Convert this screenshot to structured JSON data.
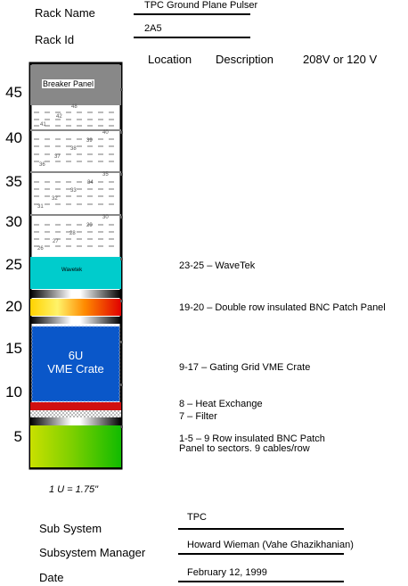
{
  "header": {
    "rack_name_label": "Rack Name",
    "rack_name_value": "TPC Ground Plane Pulser",
    "rack_id_label": "Rack Id",
    "rack_id_value": "2A5"
  },
  "columns": {
    "location": "Location",
    "description": "Description",
    "power": "208V or 120 V"
  },
  "rack_units": [
    "45",
    "40",
    "35",
    "30",
    "25",
    "20",
    "15",
    "10",
    "5"
  ],
  "slot_numbers": [
    "48",
    "42",
    "41",
    "40",
    "39",
    "38",
    "37",
    "36",
    "35",
    "34",
    "33",
    "32",
    "31",
    "30",
    "29",
    "28",
    "27",
    "26"
  ],
  "equipment": {
    "breaker_panel": "Breaker Panel",
    "wavetek_box": "Wavetek",
    "vme_crate_line1": "6U",
    "vme_crate_line2": "VME Crate"
  },
  "descriptions": {
    "wavetek": "23-25 – WaveTek",
    "bnc_patch_panel": "19-20 – Double row insulated BNC Patch Panel",
    "vme_crate": "9-17 – Gating Grid VME Crate",
    "heat_exchange": "8 – Heat Exchange",
    "filter": "7 – Filter",
    "row_bnc_line1": "1-5 – 9 Row insulated BNC Patch",
    "row_bnc_line2": "Panel to sectors. 9 cables/row"
  },
  "unit_note": "1 U = 1.75\"",
  "footer": {
    "subsystem_label": "Sub System",
    "subsystem_value": "TPC",
    "manager_label": "Subsystem Manager",
    "manager_value": "Howard Wieman (Vahe Ghazikhanian)",
    "date_label": "Date",
    "date_value": "February 12, 1999"
  }
}
